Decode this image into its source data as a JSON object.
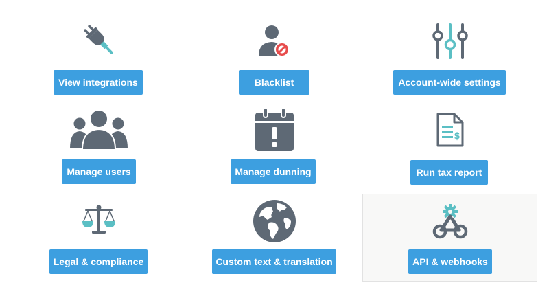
{
  "colors": {
    "button": "#3d9fe0",
    "icon_dark": "#5e6975",
    "icon_teal": "#5bbfc4",
    "icon_red": "#e74c4c",
    "highlight_bg": "#f8f8f7"
  },
  "tiles": [
    {
      "label": "View integrations",
      "icon": "plug-icon"
    },
    {
      "label": "Blacklist",
      "icon": "blocked-user-icon"
    },
    {
      "label": "Account-wide settings",
      "icon": "sliders-icon"
    },
    {
      "label": "Manage users",
      "icon": "users-group-icon"
    },
    {
      "label": "Manage dunning",
      "icon": "calendar-alert-icon"
    },
    {
      "label": "Run tax report",
      "icon": "tax-document-icon"
    },
    {
      "label": "Legal & compliance",
      "icon": "scales-icon"
    },
    {
      "label": "Custom text & translation",
      "icon": "globe-icon"
    },
    {
      "label": "API & webhooks",
      "icon": "webhooks-icon"
    }
  ]
}
